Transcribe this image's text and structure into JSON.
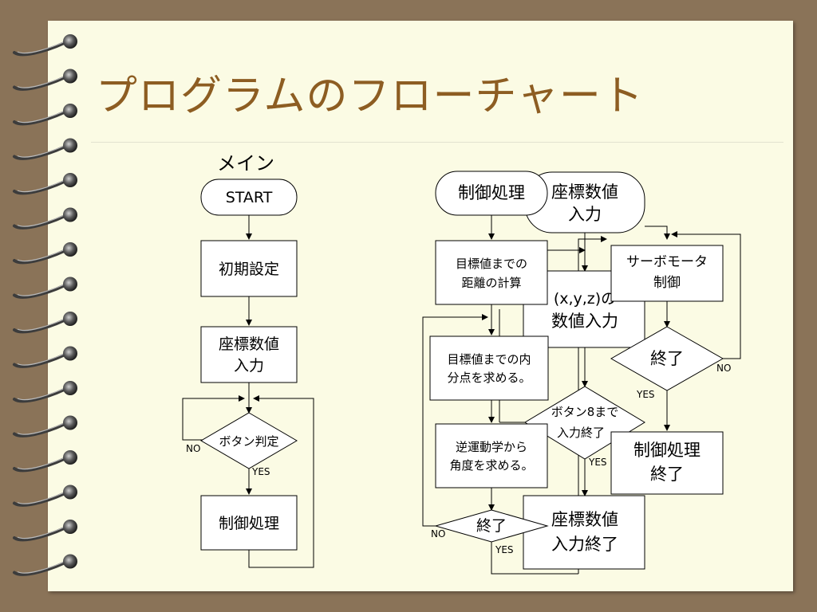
{
  "title": "プログラムのフローチャート",
  "main": {
    "heading": "メイン",
    "start": "START",
    "init": "初期設定",
    "coord_input": [
      "座標数値",
      "入力"
    ],
    "button_check": "ボタン判定",
    "no": "NO",
    "yes": "YES",
    "control": "制御処理"
  },
  "sub": {
    "control_label": "制御処理",
    "coord_input_label": [
      "座標数値",
      "入力"
    ],
    "distance_calc": [
      "目標値までの",
      "距離の計算"
    ],
    "xyz_input": [
      "(x,y,z)の",
      "数値入力"
    ],
    "servo_control": [
      "サーボモータ",
      "制御"
    ],
    "end_right": "終了",
    "no_right": "NO",
    "yes_right": "YES",
    "division_point": [
      "目標値までの内",
      "分点を求める。"
    ],
    "button8": [
      "ボタン8まで",
      "入力終了"
    ],
    "yes_mid": "YES",
    "control_end": [
      "制御処理",
      "終了"
    ],
    "inverse_kinematics": [
      "逆運動学から",
      "角度を求める。"
    ],
    "end_bottom": "終了",
    "no_bottom": "NO",
    "yes_bottom": "YES",
    "coord_end": [
      "座標数値",
      "入力終了"
    ]
  }
}
